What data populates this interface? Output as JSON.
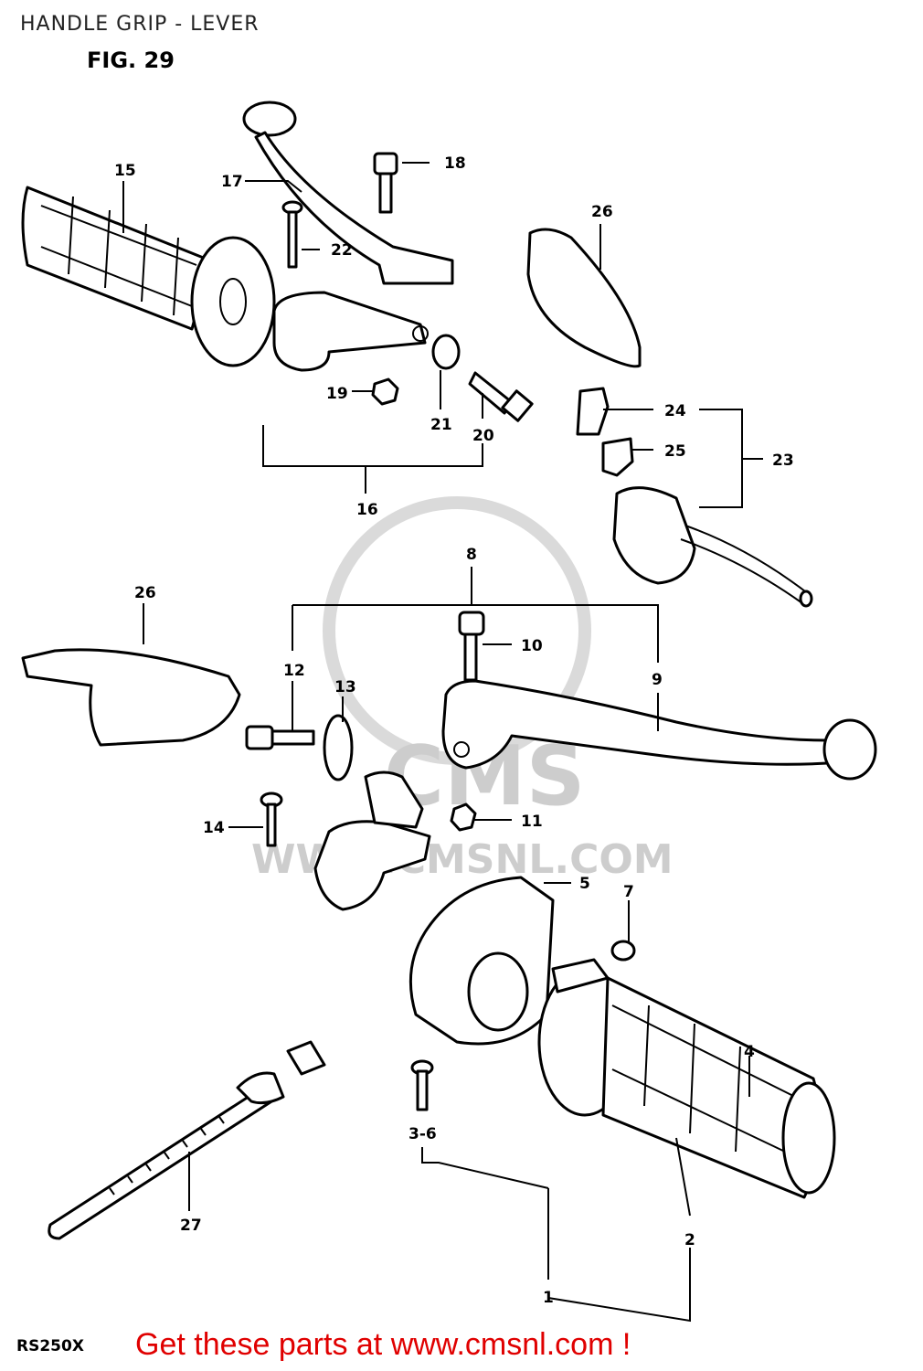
{
  "header": {
    "title": "HANDLE GRIP - LEVER",
    "fig": "FIG. 29"
  },
  "footer": {
    "model": "RS250X",
    "cta": "Get these parts at www.cmsnl.com !"
  },
  "watermark": {
    "text": "WWW.CMSNL.COM",
    "mark": "CMS"
  },
  "callouts": {
    "n1": "1",
    "n2": "2",
    "n3_6": "3-6",
    "n4": "4",
    "n5": "5",
    "n7": "7",
    "n8": "8",
    "n9": "9",
    "n10": "10",
    "n11": "11",
    "n12": "12",
    "n13": "13",
    "n14": "14",
    "n15": "15",
    "n16": "16",
    "n17": "17",
    "n18": "18",
    "n19": "19",
    "n20": "20",
    "n21": "21",
    "n22": "22",
    "n23": "23",
    "n24": "24",
    "n25": "25",
    "n26a": "26",
    "n26b": "26",
    "n27": "27"
  },
  "colors": {
    "cta": "#e00000",
    "watermark": "#c8c8c8"
  }
}
